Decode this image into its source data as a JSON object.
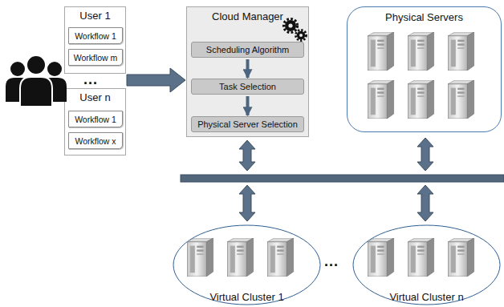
{
  "diagram": {
    "nodes": [
      {
        "text": [
          "User 1"
        ]
      },
      {
        "text": [
          "Workflow 1"
        ],
        "in": 0
      },
      {
        "text": [
          "Workflow m"
        ],
        "in": 0
      },
      {
        "text": [
          "User n"
        ]
      },
      {
        "text": [
          "Workflow 1"
        ],
        "in": 3
      },
      {
        "text": [
          "Workflow x"
        ],
        "in": 3
      },
      {
        "text": [
          "Cloud Manager"
        ]
      },
      {
        "text": [
          "Scheduling Algorithm"
        ],
        "in": 6
      },
      {
        "text": [
          "Task Selection"
        ],
        "in": 6
      },
      {
        "text": [
          "Physical Server Selection"
        ],
        "in": 6
      },
      {
        "text": [
          "Physical Servers"
        ]
      },
      {
        "text": [
          "Virtual Cluster 1"
        ]
      },
      {
        "text": [
          "Virtual Cluster n"
        ]
      }
    ],
    "edges": [
      {
        "from": 7,
        "to": 8,
        "arrow": "to"
      },
      {
        "from": 8,
        "to": 9,
        "arrow": "to"
      }
    ],
    "labels": [
      "...",
      "..."
    ]
  }
}
